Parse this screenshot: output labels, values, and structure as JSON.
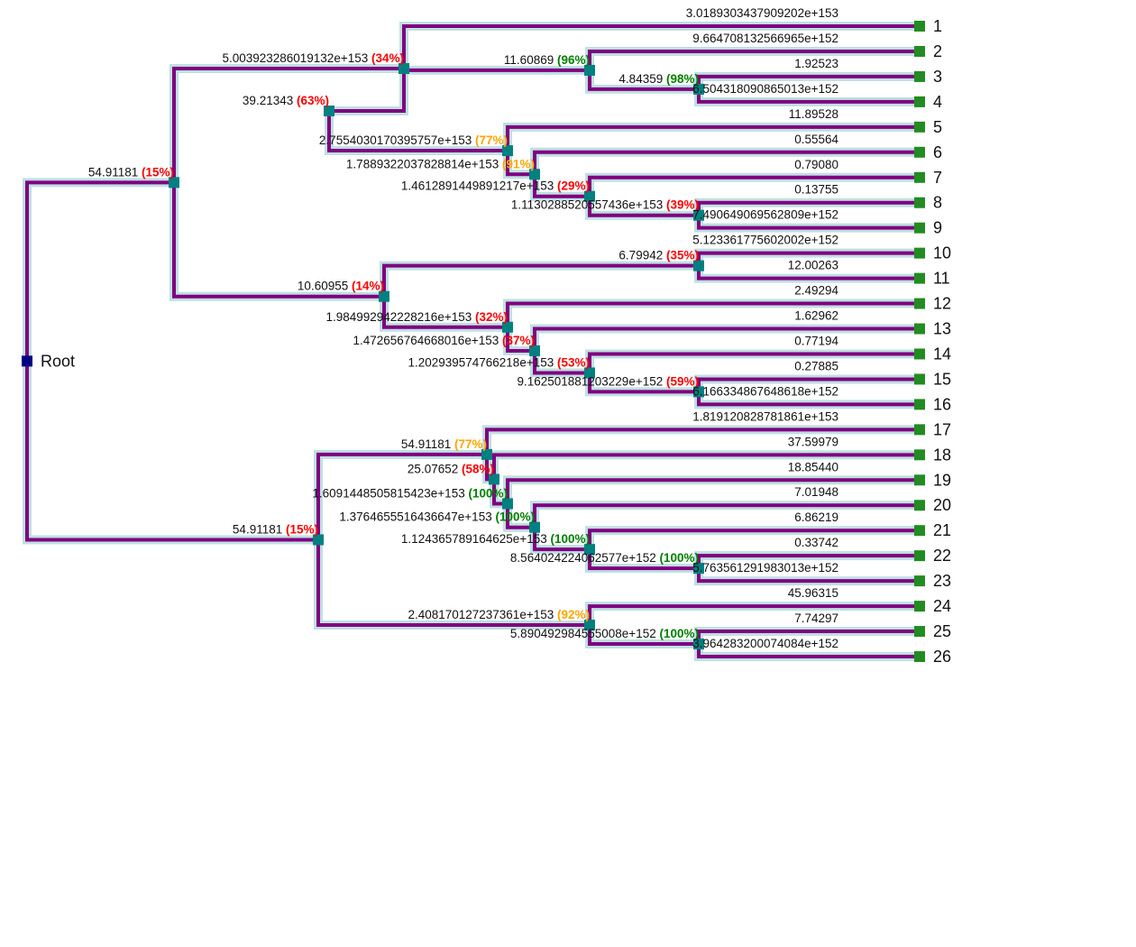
{
  "title": "Phylogenetic tree",
  "colors": {
    "branch": "#800080",
    "branch_halo": "#bfe0e0",
    "internal_node": "#008080",
    "leaf_node": "#228b22",
    "root_node": "#000080",
    "support_high": "#008000",
    "support_mid": "#ffa500",
    "support_low": "#ff0000"
  },
  "root": {
    "label": "Root"
  },
  "nodes": [
    {
      "id": "A",
      "parent": "root",
      "length": "54.91181",
      "support": "15%",
      "level": "low"
    },
    {
      "id": "B",
      "parent": "root",
      "length": "54.91181",
      "support": "15%",
      "level": "low"
    },
    {
      "id": "C",
      "parent": "A",
      "length": "5.003923286019132e+153",
      "support": "34%",
      "level": "low"
    },
    {
      "id": "D",
      "parent": "A",
      "length": "10.60955",
      "support": "14%",
      "level": "low"
    },
    {
      "id": "E",
      "parent": "C",
      "length": "11.60869",
      "support": "96%",
      "level": "high"
    },
    {
      "id": "F",
      "parent": "C",
      "length": "39.21343",
      "support": "63%",
      "level": "low"
    },
    {
      "id": "H",
      "parent": "E",
      "length": "4.84359",
      "support": "98%",
      "level": "high"
    },
    {
      "id": "G",
      "parent": "F",
      "length": "2.7554030170395757e+153",
      "support": "77%",
      "level": "mid"
    },
    {
      "id": "I",
      "parent": "G",
      "length": "1.7889322037828814e+153",
      "support": "91%",
      "level": "mid"
    },
    {
      "id": "J",
      "parent": "I",
      "length": "1.4612891449891217e+153",
      "support": "29%",
      "level": "low"
    },
    {
      "id": "K",
      "parent": "J",
      "length": "1.1130288520557436e+153",
      "support": "39%",
      "level": "low"
    },
    {
      "id": "L",
      "parent": "D",
      "length": "6.79942",
      "support": "35%",
      "level": "low"
    },
    {
      "id": "M",
      "parent": "D",
      "length": "1.984992942228216e+153",
      "support": "32%",
      "level": "low"
    },
    {
      "id": "N",
      "parent": "M",
      "length": "1.472656764668016e+153",
      "support": "37%",
      "level": "low"
    },
    {
      "id": "O",
      "parent": "N",
      "length": "1.202939574766218e+153",
      "support": "53%",
      "level": "low"
    },
    {
      "id": "P",
      "parent": "O",
      "length": "9.162501881203229e+152",
      "support": "59%",
      "level": "low"
    },
    {
      "id": "Q",
      "parent": "B",
      "length": "54.91181",
      "support": "77%",
      "level": "mid"
    },
    {
      "id": "R",
      "parent": "Q",
      "length": "25.07652",
      "support": "58%",
      "level": "low"
    },
    {
      "id": "S",
      "parent": "R",
      "length": "1.6091448505815423e+153",
      "support": "100%",
      "level": "high"
    },
    {
      "id": "T",
      "parent": "S",
      "length": "1.3764655516436647e+153",
      "support": "100%",
      "level": "high"
    },
    {
      "id": "U",
      "parent": "T",
      "length": "1.124365789164625e+153",
      "support": "100%",
      "level": "high"
    },
    {
      "id": "V",
      "parent": "U",
      "length": "8.564024224062577e+152",
      "support": "100%",
      "level": "high"
    },
    {
      "id": "W",
      "parent": "B",
      "length": "2.408170127237361e+153",
      "support": "92%",
      "level": "mid"
    },
    {
      "id": "X",
      "parent": "W",
      "length": "5.890492984555008e+152",
      "support": "100%",
      "level": "high"
    }
  ],
  "leaves": [
    {
      "name": "1",
      "parent": "C",
      "length": "3.0189303437909202e+153"
    },
    {
      "name": "2",
      "parent": "E",
      "length": "9.664708132566965e+152"
    },
    {
      "name": "3",
      "parent": "H",
      "length": "1.92523"
    },
    {
      "name": "4",
      "parent": "H",
      "length": "6.504318090865013e+152"
    },
    {
      "name": "5",
      "parent": "G",
      "length": "11.89528"
    },
    {
      "name": "6",
      "parent": "I",
      "length": "0.55564"
    },
    {
      "name": "7",
      "parent": "J",
      "length": "0.79080"
    },
    {
      "name": "8",
      "parent": "K",
      "length": "0.13755"
    },
    {
      "name": "9",
      "parent": "K",
      "length": "7.490649069562809e+152"
    },
    {
      "name": "10",
      "parent": "L",
      "length": "5.123361775602002e+152"
    },
    {
      "name": "11",
      "parent": "L",
      "length": "12.00263"
    },
    {
      "name": "12",
      "parent": "M",
      "length": "2.49294"
    },
    {
      "name": "13",
      "parent": "N",
      "length": "1.62962"
    },
    {
      "name": "14",
      "parent": "O",
      "length": "0.77194"
    },
    {
      "name": "15",
      "parent": "P",
      "length": "0.27885"
    },
    {
      "name": "16",
      "parent": "P",
      "length": "6.166334867648618e+152"
    },
    {
      "name": "17",
      "parent": "Q",
      "length": "1.819120828781861e+153"
    },
    {
      "name": "18",
      "parent": "R",
      "length": "37.59979"
    },
    {
      "name": "19",
      "parent": "S",
      "length": "18.85440"
    },
    {
      "name": "20",
      "parent": "T",
      "length": "7.01948"
    },
    {
      "name": "21",
      "parent": "U",
      "length": "6.86219"
    },
    {
      "name": "22",
      "parent": "V",
      "length": "0.33742"
    },
    {
      "name": "23",
      "parent": "V",
      "length": "5.763561291983013e+152"
    },
    {
      "name": "24",
      "parent": "W",
      "length": "45.96315"
    },
    {
      "name": "25",
      "parent": "X",
      "length": "7.74297"
    },
    {
      "name": "26",
      "parent": "X",
      "length": "3.964283200074084e+152"
    }
  ]
}
